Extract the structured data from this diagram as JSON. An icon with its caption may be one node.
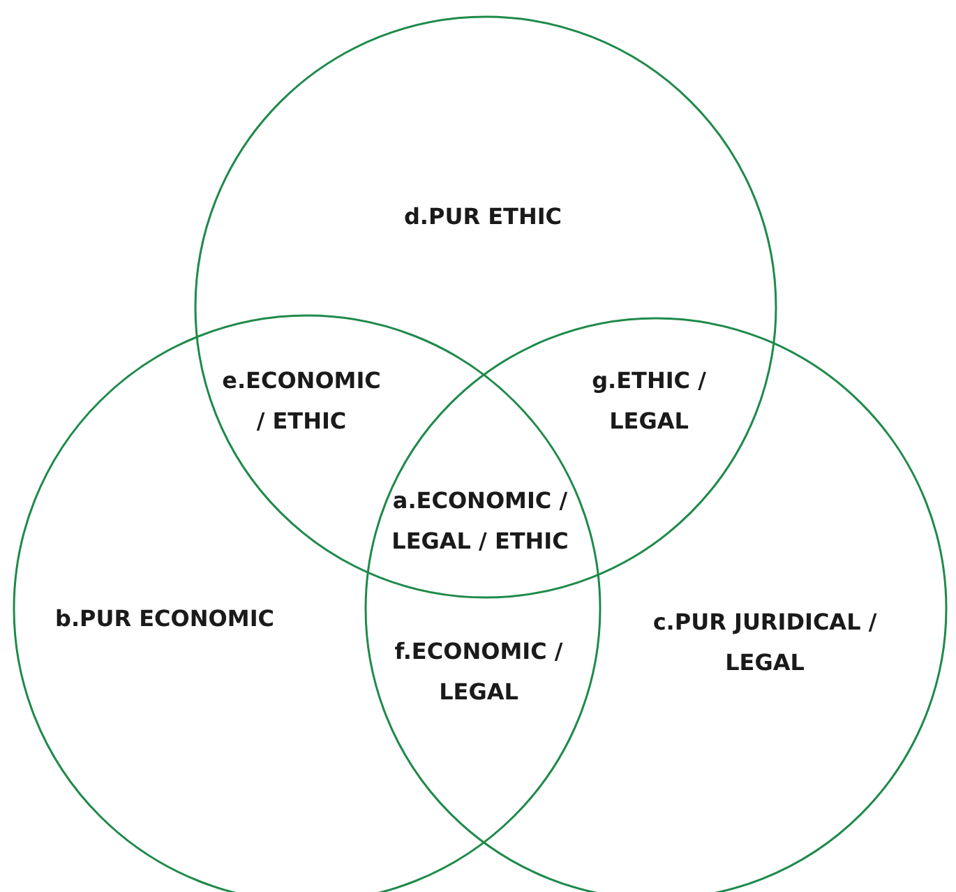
{
  "diagram": {
    "labels": [
      "d.PUR ETHIC",
      "e.ECONOMIC / ETHIC",
      "g.ETHIC / LEGAL",
      "a.ECONOMIC / LEGAL / ETHIC",
      "b.PUR ECONOMIC",
      "c.PUR JURIDICAL / LEGAL",
      "f.ECONOMIC / LEGAL"
    ]
  }
}
